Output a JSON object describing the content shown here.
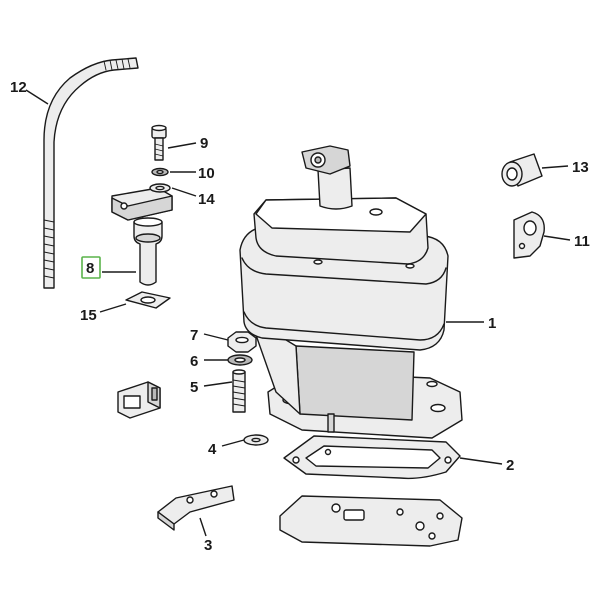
{
  "accent_color": "#5ab34a",
  "highlighted_part": "8",
  "callouts": {
    "p1": "1",
    "p2": "2",
    "p3": "3",
    "p4": "4",
    "p5": "5",
    "p6": "6",
    "p7": "7",
    "p8": "8",
    "p9": "9",
    "p10": "10",
    "p11": "11",
    "p12": "12",
    "p13": "13",
    "p14": "14",
    "p15": "15"
  }
}
